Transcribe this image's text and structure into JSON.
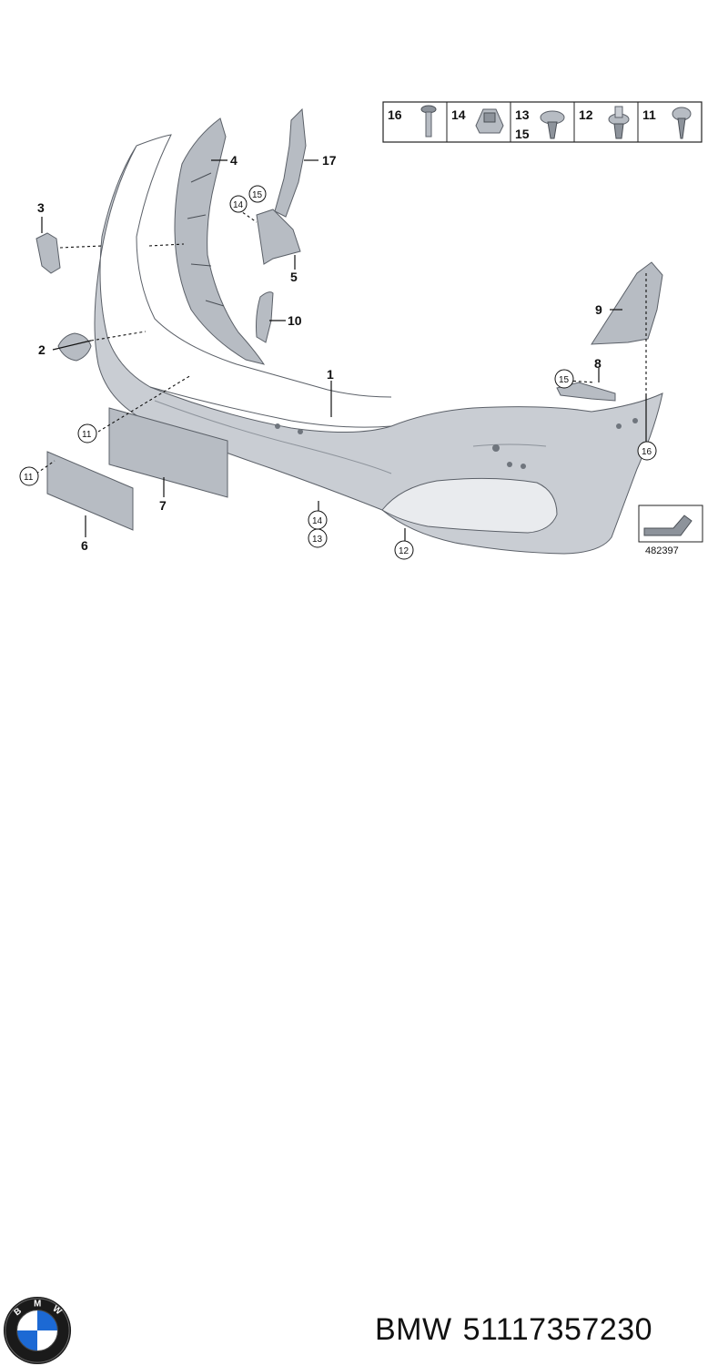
{
  "diagram": {
    "callouts": [
      "1",
      "2",
      "3",
      "4",
      "5",
      "6",
      "7",
      "8",
      "9",
      "10",
      "17"
    ],
    "circled_callouts": [
      "14",
      "15",
      "11",
      "11",
      "14",
      "13",
      "12",
      "15",
      "16"
    ],
    "hardware_table": [
      {
        "number": "16",
        "icon": "screw-icon"
      },
      {
        "number": "14",
        "icon": "clip-nut-icon"
      },
      {
        "number": "13",
        "number_2": "15",
        "icon": "expanding-rivet-icon"
      },
      {
        "number": "12",
        "icon": "plastic-rivet-icon"
      },
      {
        "number": "11",
        "icon": "tapping-screw-icon"
      }
    ],
    "ref_box_number": "482397"
  },
  "footer": {
    "brand": "BMW",
    "part_number": "51117357230",
    "logo_letters": "BMW"
  }
}
